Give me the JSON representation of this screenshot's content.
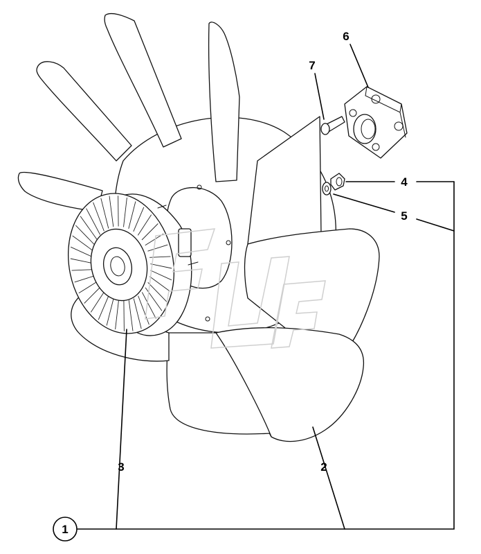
{
  "callouts": {
    "c1": "1",
    "c2": "2",
    "c3": "3",
    "c4": "4",
    "c5": "5",
    "c6": "6",
    "c7": "7"
  },
  "colors": {
    "line": "#111111",
    "background": "#ffffff",
    "watermark": "#cfcfcf"
  }
}
